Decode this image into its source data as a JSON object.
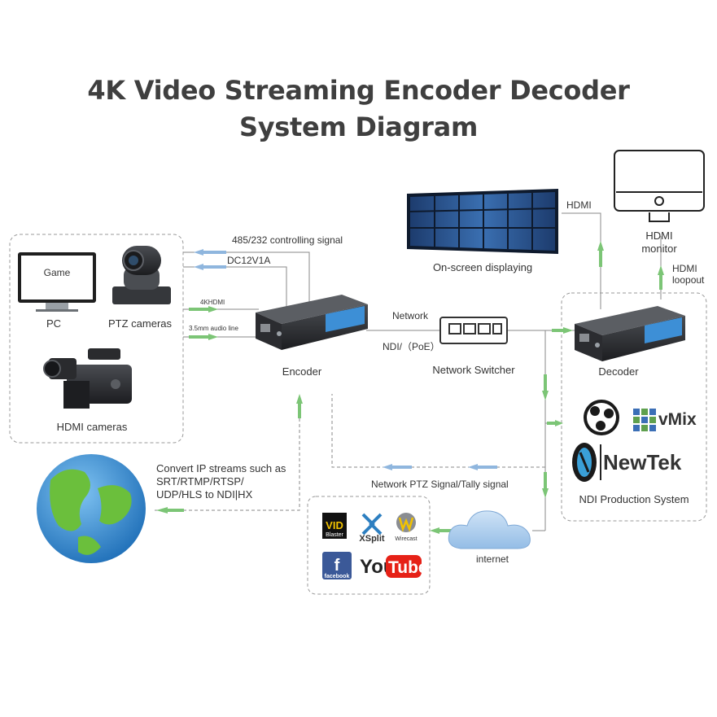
{
  "title": {
    "line1": "4K Video Streaming Encoder Decoder",
    "line2": "System Diagram"
  },
  "sources": {
    "pc_screen_text": "Game",
    "pc": "PC",
    "ptz": "PTZ cameras",
    "hdmi_cameras": "HDMI cameras"
  },
  "links": {
    "control_signal": "485/232 controlling signal",
    "power": "DC12V1A",
    "hdmi_in": "4KHDMI",
    "audio_in": "3.5mm audio line",
    "network": "Network",
    "ndi_poe": "NDI/（PoE）",
    "hdmi_out": "HDMI",
    "hdmi_loopout_1": "HDMI",
    "hdmi_loopout_2": "loopout",
    "ptz_tally": "Network PTZ Signal/Tally signal"
  },
  "devices": {
    "encoder": "Encoder",
    "switch": "Network Switcher",
    "decoder": "Decoder",
    "onscreen": "On-screen displaying",
    "monitor_1": "HDMI",
    "monitor_2": "monitor",
    "internet": "internet"
  },
  "convert": {
    "line1": "Convert IP streams such as",
    "line2": "SRT/RTMP/RTSP/",
    "line3": "UDP/HLS to NDI|HX"
  },
  "ndi_system": {
    "label": "NDI Production System",
    "vmix": "vMix",
    "newtek": "NewTek"
  },
  "streaming": {
    "vidblaster_1": "VID",
    "vidblaster_2": "Blaster",
    "xsplit": "XSplit",
    "wirecast": "Wirecast",
    "facebook_icon": "f",
    "facebook": "facebook",
    "youtube_you": "You",
    "youtube_tube": "Tube"
  },
  "colors": {
    "arrow_blue": "#8fb6de",
    "arrow_green": "#7cc576",
    "device_accent": "#3d8fd6",
    "youtube_red": "#e62117",
    "facebook_blue": "#3b5998"
  }
}
